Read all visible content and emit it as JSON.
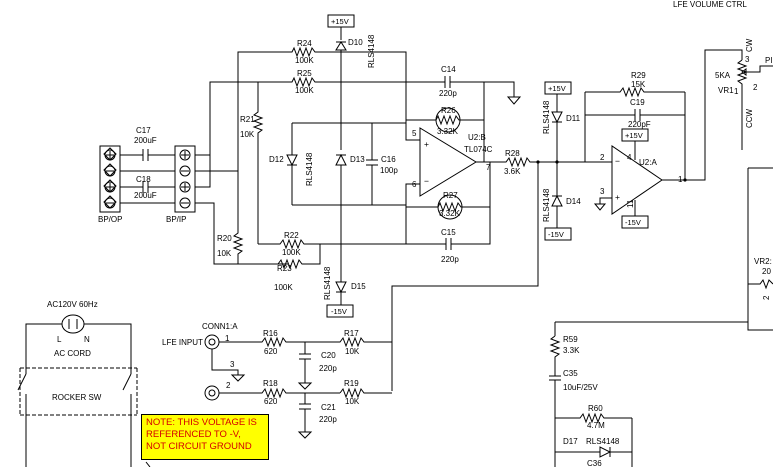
{
  "title": "LFE VOLUME CTRL",
  "rails": {
    "pos": "+15V",
    "neg": "-15V"
  },
  "diodes": {
    "d10": {
      "ref": "D10",
      "part": "RLS4148"
    },
    "d11": {
      "ref": "D11",
      "part": "RLS4148"
    },
    "d12": {
      "ref": "D12",
      "part": "RLS4148"
    },
    "d13": {
      "ref": "D13",
      "part": "RLS4148"
    },
    "d14": {
      "ref": "D14",
      "part": "RLS4148"
    },
    "d15": {
      "ref": "D15",
      "part": "RLS4148"
    },
    "d17": {
      "ref": "D17",
      "part": "RLS4148"
    }
  },
  "resistors": {
    "r24": {
      "ref": "R24",
      "value": "100K"
    },
    "r25": {
      "ref": "R25",
      "value": "100K"
    },
    "r21": {
      "ref": "R21",
      "value": "10K"
    },
    "r20": {
      "ref": "R20",
      "value": "10K"
    },
    "r22": {
      "ref": "R22",
      "value": "100K"
    },
    "r23": {
      "ref": "R23",
      "value": "100K"
    },
    "r26": {
      "ref": "R26",
      "value": "3.32K"
    },
    "r27": {
      "ref": "R27",
      "value": "3.32K"
    },
    "r28": {
      "ref": "R28",
      "value": "3.6K"
    },
    "r29": {
      "ref": "R29",
      "value": "15K"
    },
    "r16": {
      "ref": "R16",
      "value": "620"
    },
    "r17": {
      "ref": "R17",
      "value": "10K"
    },
    "r18": {
      "ref": "R18",
      "value": "620"
    },
    "r19": {
      "ref": "R19",
      "value": "10K"
    },
    "r59": {
      "ref": "R59",
      "value": "3.3K"
    },
    "r60": {
      "ref": "R60",
      "value": "4.7M"
    }
  },
  "capacitors": {
    "c14": {
      "ref": "C14",
      "value": "220p"
    },
    "c15": {
      "ref": "C15",
      "value": "220p"
    },
    "c16": {
      "ref": "C16",
      "value": "100p"
    },
    "c17": {
      "ref": "C17",
      "value": "200uF"
    },
    "c18": {
      "ref": "C18",
      "value": "200uF"
    },
    "c19": {
      "ref": "C19",
      "value": "220pF"
    },
    "c20": {
      "ref": "C20",
      "value": "220p"
    },
    "c21": {
      "ref": "C21",
      "value": "220p"
    },
    "c35": {
      "ref": "C35",
      "value": "10uF/25V"
    },
    "c36": {
      "ref": "C36"
    }
  },
  "opamps": {
    "u2b": {
      "ref": "U2:B",
      "part": "TL074C",
      "pin_in_pos": "5",
      "pin_in_neg": "6",
      "pin_out": "7"
    },
    "u2a": {
      "ref": "U2:A",
      "pin_in_neg": "2",
      "pin_in_pos": "3",
      "pin_out": "1",
      "pin_vpos": "4",
      "pin_vneg": "11"
    }
  },
  "pot": {
    "ref": "VR1",
    "value": "5KA",
    "cw": "CW",
    "ccw": "CCW",
    "pin3": "3",
    "pin2": "2",
    "pin1": "1"
  },
  "vr2": {
    "ref": "VR2:",
    "value_partial": "20",
    "pin": "2"
  },
  "connector": {
    "ref": "CONN1:A",
    "label": "LFE INPUT",
    "pin1": "1",
    "pin2": "2",
    "pin3": "3"
  },
  "jacks": {
    "left": "BP/OP",
    "right": "BP/IP"
  },
  "power": {
    "ac": "AC120V 60Hz",
    "l": "L",
    "n": "N",
    "cord": "AC CORD",
    "switch": "ROCKER SW"
  },
  "edge_partial": "PI",
  "note": [
    "NOTE: THIS VOLTAGE IS",
    "REFERENCED TO -V,",
    "NOT CIRCUIT GROUND"
  ]
}
